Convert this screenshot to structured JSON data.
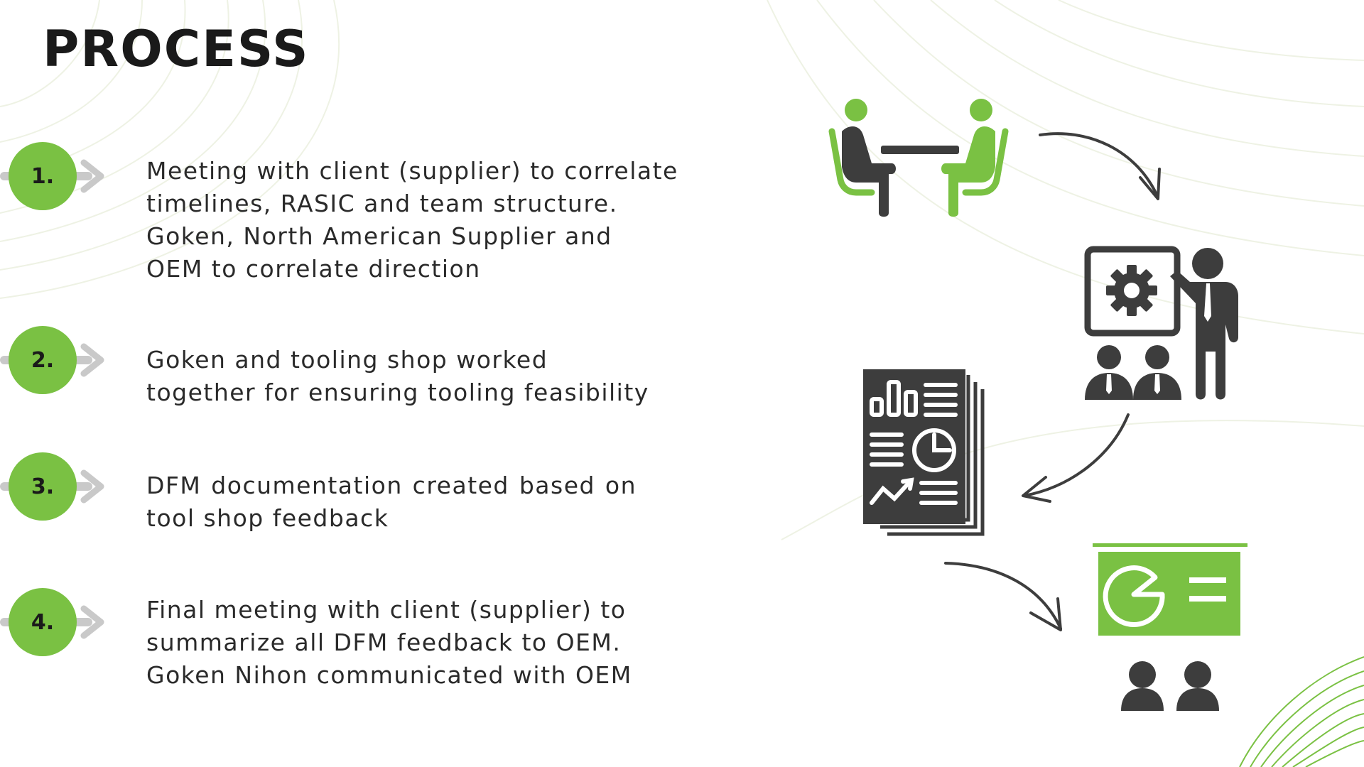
{
  "title": "PROCESS",
  "colors": {
    "accent": "#7ac143",
    "dark": "#3d3d3d",
    "connector": "#c9c9c9",
    "text": "#1a1a1a"
  },
  "steps": [
    {
      "number": "1.",
      "lines": "Meeting with client (supplier) to correlate\ntimelines, RASIC and team structure.\nGoken, North American Supplier and\nOEM to correlate direction"
    },
    {
      "number": "2.",
      "lines": "Goken and tooling shop worked\ntogether for ensuring tooling feasibility"
    },
    {
      "number": "3.",
      "lines": "DFM documentation created based on tool shop feedback"
    },
    {
      "number": "4.",
      "lines": "Final meeting with client (supplier) to\nsummarize all DFM feedback to OEM.\nGoken Nihon communicated with OEM"
    }
  ],
  "icons": [
    "meeting-table-icon",
    "presenter-gear-board-icon",
    "report-document-icon",
    "presentation-screen-audience-icon"
  ]
}
